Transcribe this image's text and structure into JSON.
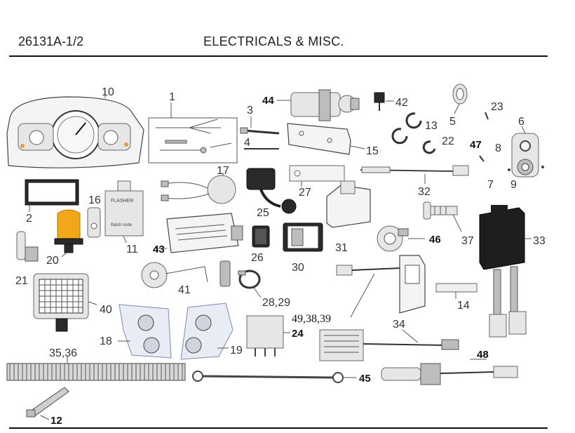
{
  "header": {
    "code": "26131A-1/2",
    "title": "ELECTRICALS & MISC."
  },
  "callouts": {
    "c1": "1",
    "c2": "2",
    "c3": "3",
    "c4": "4",
    "c5": "5",
    "c6": "6",
    "c7": "7",
    "c8": "8",
    "c9": "9",
    "c10": "10",
    "c11": "11",
    "c12": "12",
    "c13": "13",
    "c14": "14",
    "c15": "15",
    "c16": "16",
    "c17": "17",
    "c18": "18",
    "c19": "19",
    "c20": "20",
    "c21": "21",
    "c22": "22",
    "c23": "23",
    "c24": "24",
    "c25": "25",
    "c26": "26",
    "c27": "27",
    "c28_29": "28,29",
    "c30": "30",
    "c31": "31",
    "c32": "32",
    "c33": "33",
    "c34": "34",
    "c35_36": "35,36",
    "c37": "37",
    "c40": "40",
    "c41": "41",
    "c42": "42",
    "c43": "43",
    "c44": "44",
    "c45": "45",
    "c46": "46",
    "c47": "47",
    "c48": "48",
    "c49_38_39": "49,38,39"
  },
  "flasher_text": {
    "title": "FLASHER",
    "batch": "Batch code"
  },
  "icons": [
    "instrument-cluster",
    "wiring-harness",
    "lamp",
    "relay",
    "switch",
    "sensor",
    "headlight",
    "cable-tie"
  ]
}
